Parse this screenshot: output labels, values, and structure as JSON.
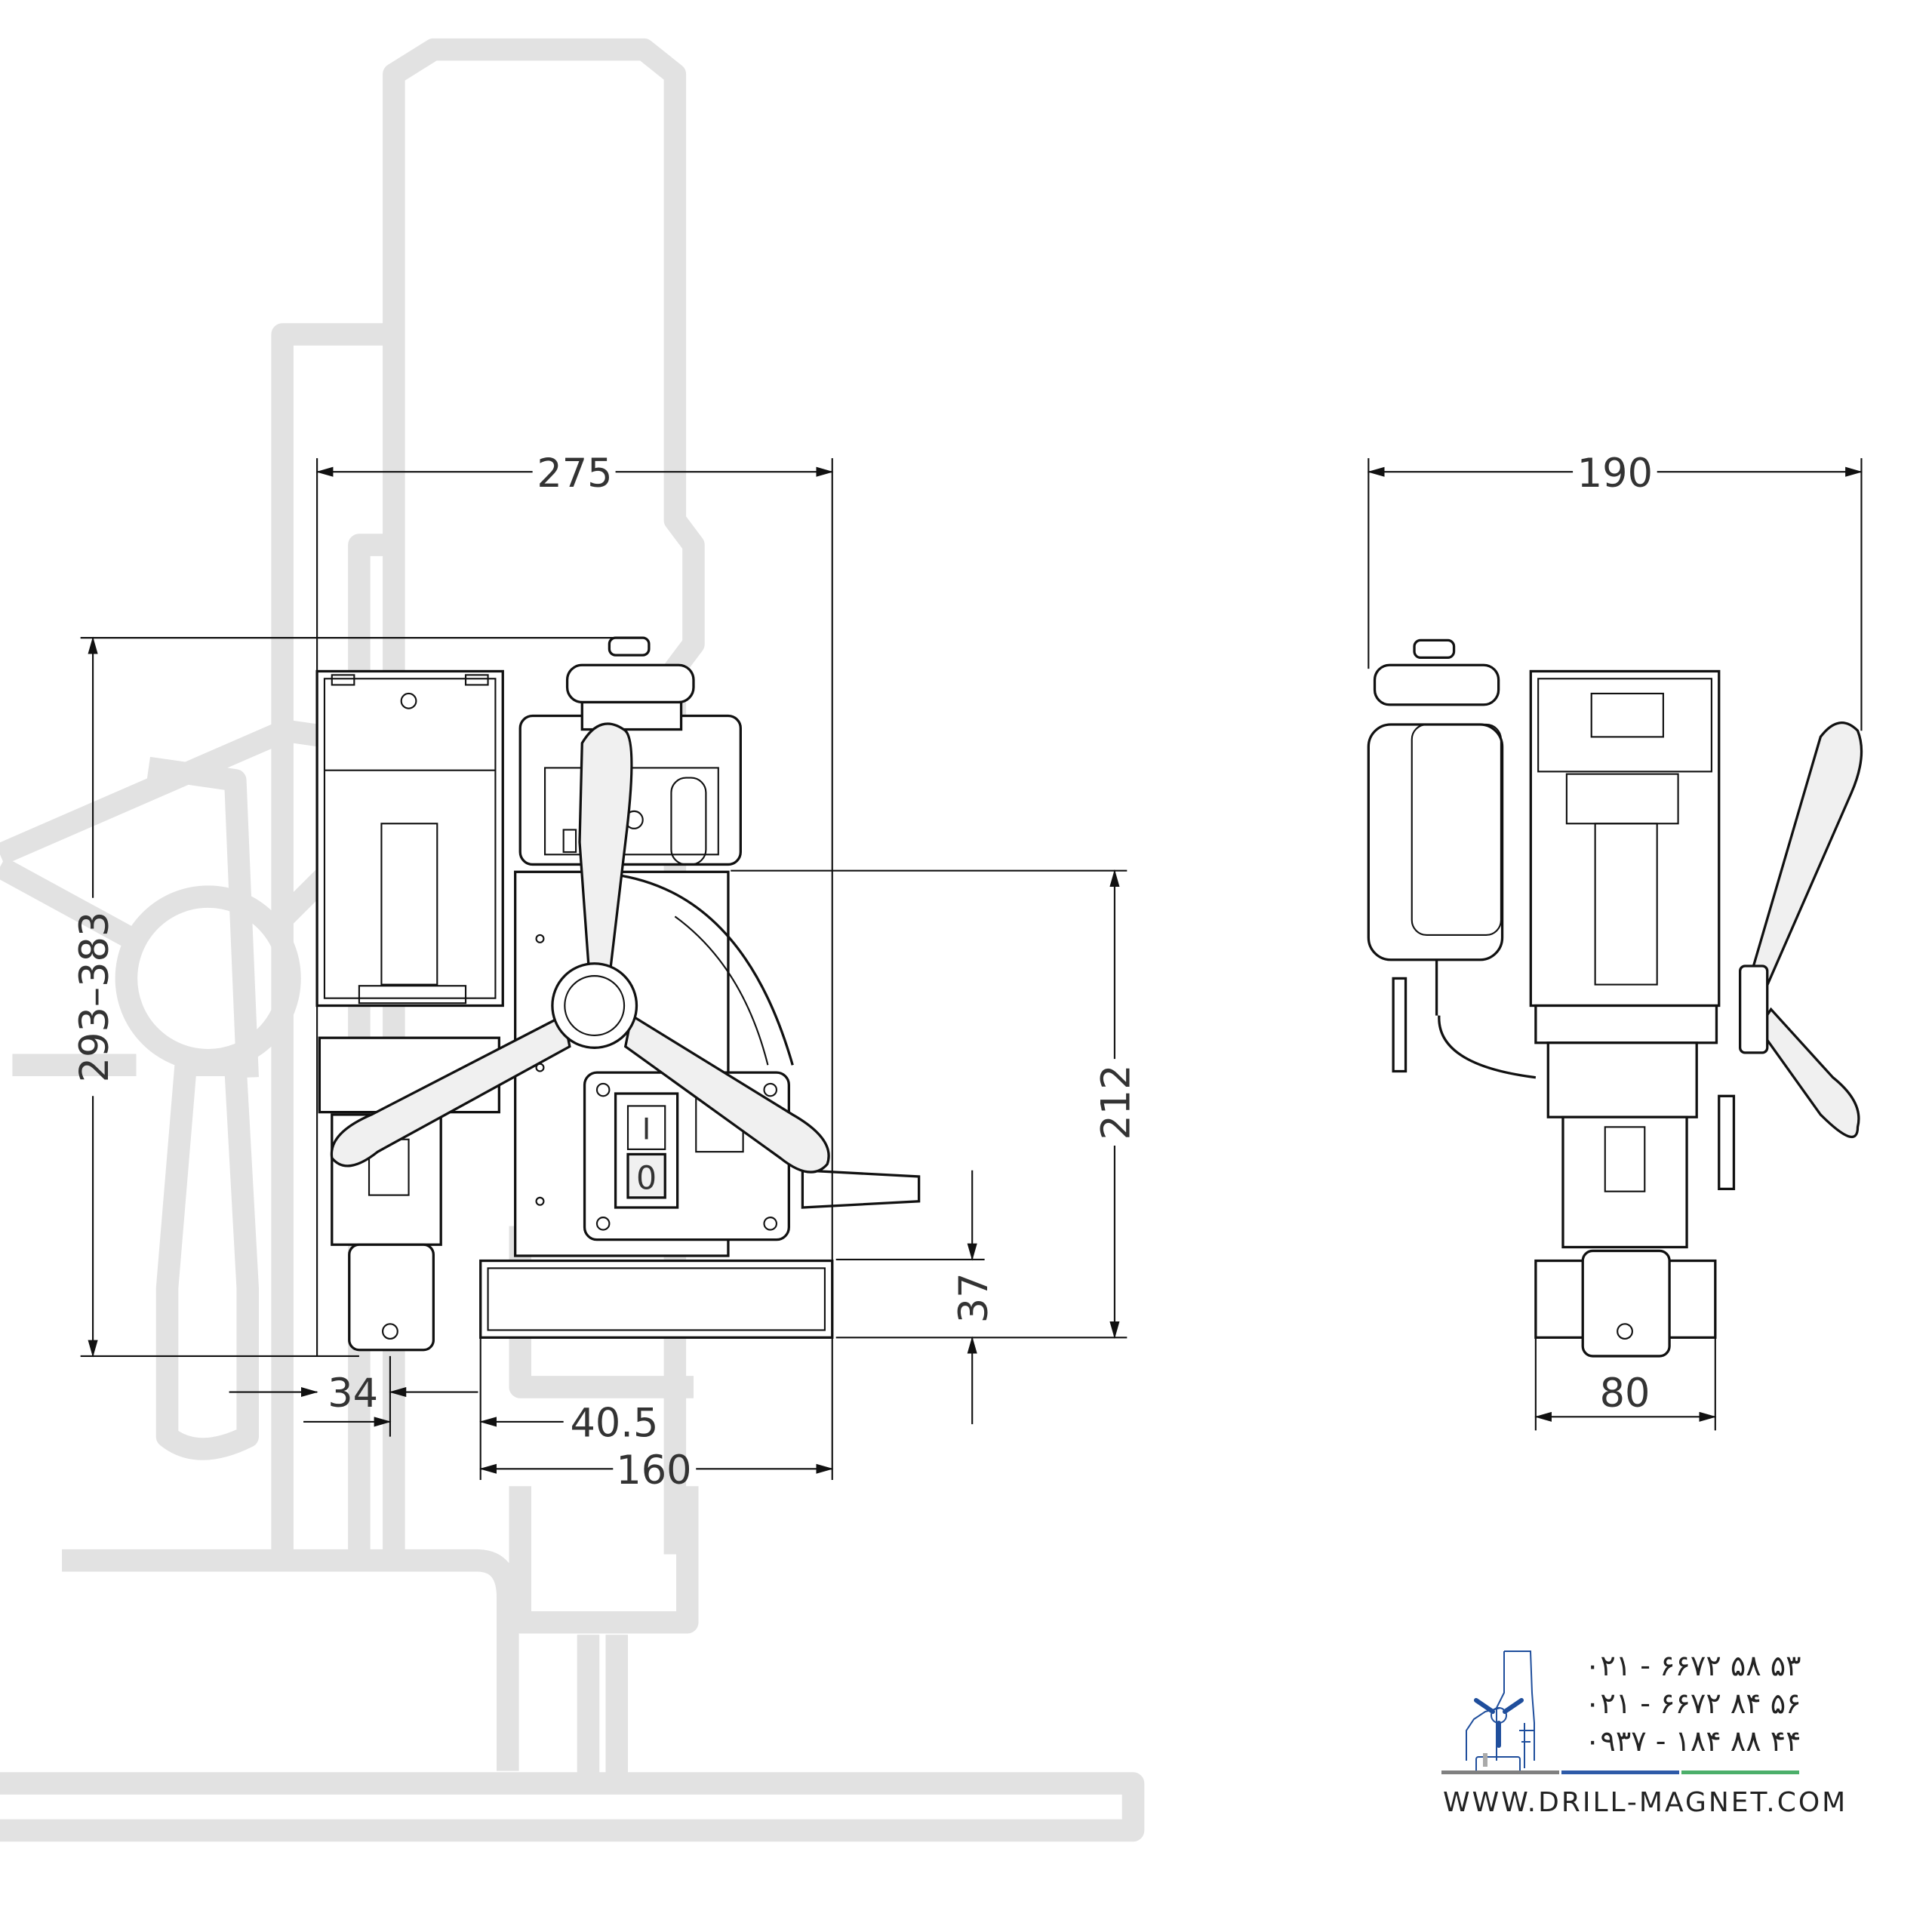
{
  "dimensions": {
    "front_width": "275",
    "side_width": "190",
    "height_range": "293–383",
    "column_height": "212",
    "base_height": "37",
    "spindle_diameter": "34",
    "spindle_offset": "40.5",
    "base_length": "160",
    "side_base_width": "80"
  },
  "switch": {
    "on_label": "I",
    "off_label": "0"
  },
  "contact": {
    "phones": [
      "۰۲۱ - ۶۶۷۲ ۵۸ ۵۳",
      "۰۲۱ - ۶۶۷۲ ۸۴ ۵۶",
      "۰۹۳۷ - ۱۸۴ ۸۸ ۴۴"
    ],
    "website": "WWW.DRILL-MAGNET.COM",
    "colors": {
      "gray": "#808080",
      "blue": "#2e5aa8",
      "green": "#4caf6a",
      "logo": "#1f4e9c"
    }
  }
}
